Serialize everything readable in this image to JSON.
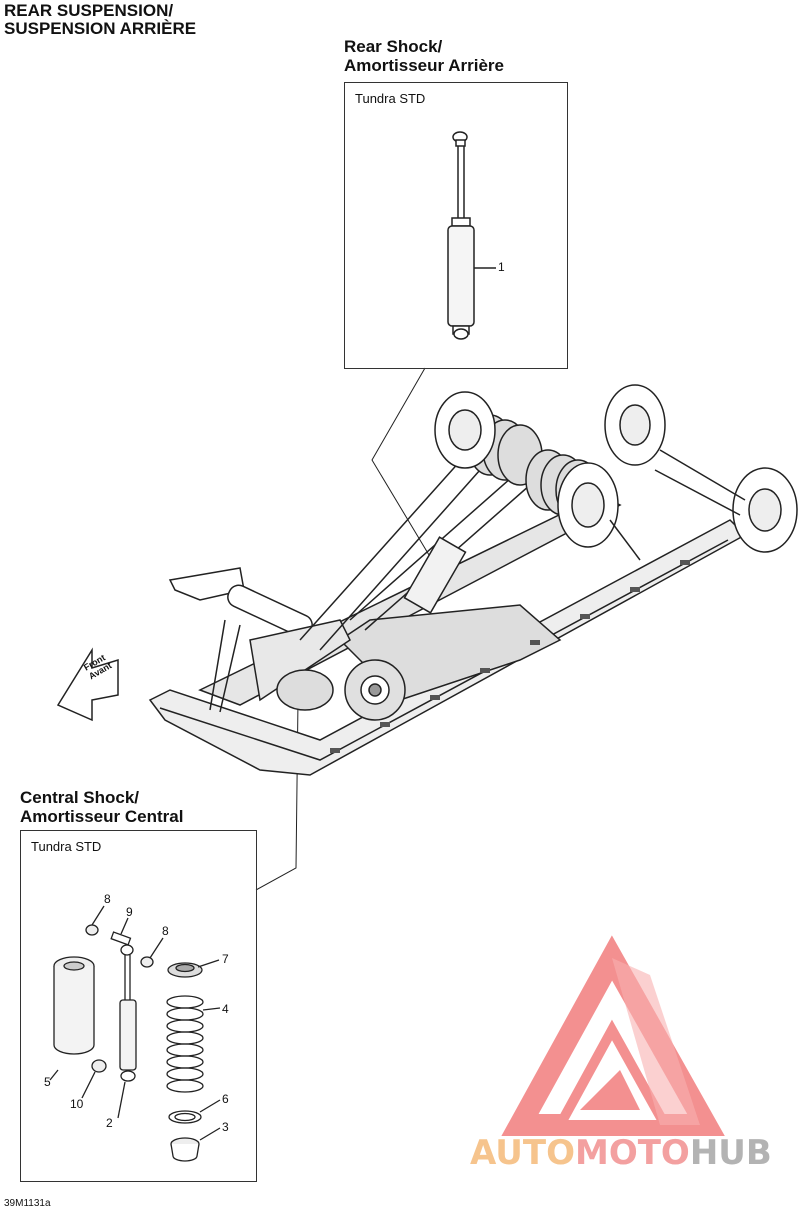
{
  "header": {
    "title_line1": "REAR SUSPENSION/",
    "title_line2": "SUSPENSION ARRIÈRE"
  },
  "rear_shock": {
    "heading_line1": "Rear Shock/",
    "heading_line2": "Amortisseur Arrière",
    "model": "Tundra STD",
    "callouts": [
      "1"
    ]
  },
  "central_shock": {
    "heading_line1": "Central Shock/",
    "heading_line2": "Amortisseur Central",
    "model": "Tundra STD",
    "callouts": [
      "8",
      "9",
      "8",
      "7",
      "4",
      "5",
      "10",
      "2",
      "6",
      "3"
    ]
  },
  "direction_arrow": {
    "line1": "Front",
    "line2": "Avant"
  },
  "footer": {
    "figure_code": "39M1131a"
  },
  "watermark": {
    "part1": "AUTO",
    "part2": "MOTO",
    "part3": "HUB",
    "colors": {
      "auto": "#f6c48d",
      "moto": "#f3a0a0",
      "hub": "#b3b3b3",
      "triangle": "#f27d7d"
    }
  }
}
